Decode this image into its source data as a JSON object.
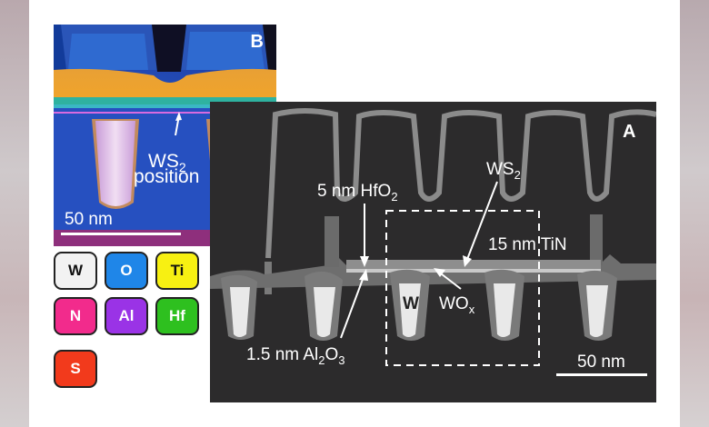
{
  "panel_b": {
    "letter": "B",
    "ws2_label": "WS",
    "ws2_sub": "2",
    "position_label": "position",
    "scale_label": "50 nm"
  },
  "legend": [
    {
      "label": "W",
      "color": "#f2f2f2"
    },
    {
      "label": "O",
      "color": "#1f86e8"
    },
    {
      "label": "Ti",
      "color": "#f7f012"
    },
    {
      "label": "N",
      "color": "#f22b8c"
    },
    {
      "label": "Al",
      "color": "#9a33e6"
    },
    {
      "label": "Hf",
      "color": "#2ec01f"
    },
    {
      "label": "S",
      "color": "#f23a1c"
    }
  ],
  "panel_a": {
    "letter": "A",
    "ws2_label": "WS",
    "ws2_sub": "2",
    "hfo2_label": "5 nm HfO",
    "hfo2_sub": "2",
    "tin_label": "15 nm TiN",
    "w_label": "W",
    "wox_label": "WO",
    "wox_sub": "x",
    "al2o3_prefix": "1.5 nm Al",
    "al2o3_sub1": "2",
    "al2o3_mid": "O",
    "al2o3_sub2": "3",
    "scale_label": "50 nm"
  }
}
